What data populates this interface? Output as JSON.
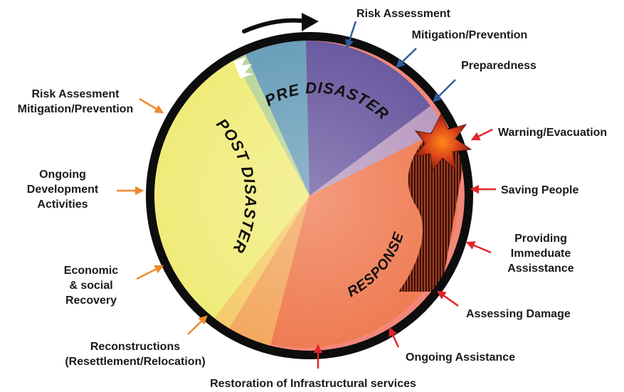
{
  "phases": {
    "pre": "PRE DISASTER",
    "post": "POST DISASTER",
    "response": "RESPONSE"
  },
  "labels": {
    "risk_assessment": "Risk Assessment",
    "mitigation": "Mitigation/Prevention",
    "preparedness": "Preparedness",
    "warning": "Warning/Evacuation",
    "saving": "Saving People",
    "providing": [
      "Providing",
      "Immeduate",
      "Assisstance"
    ],
    "assessing": "Assessing Damage",
    "ongoing_assistance": "Ongoing Assistance",
    "restoration": "Restoration of Infrastructural services",
    "reconstructions": [
      "Reconstructions",
      "(Resettlement/Relocation)"
    ],
    "economic": [
      "Economic",
      "& social",
      "Recovery"
    ],
    "ongoing_dev": [
      "Ongoing",
      "Development",
      "Activities"
    ],
    "risk_mitigation_left": [
      "Risk Assesment",
      "Mitigation/Prevention"
    ]
  },
  "colors": {
    "pre_arrow": "#2f5d9e",
    "response_arrow": "#e0262a",
    "post_arrow": "#ee8a2c",
    "ring": "#0d0d0d"
  }
}
